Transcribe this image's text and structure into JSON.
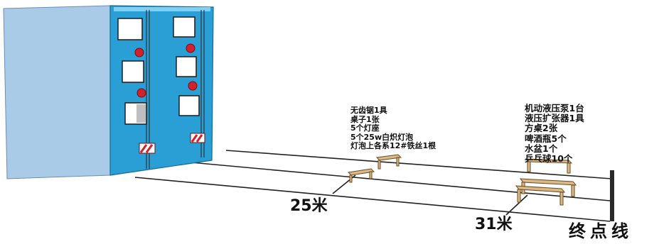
{
  "station1": {
    "items": [
      "无齿锯1具",
      "桌子1张",
      "5个灯座",
      "5个25w白炽灯泡",
      "灯泡上各系12#铁丝1根"
    ]
  },
  "station2": {
    "items": [
      "机动液压泵1台",
      "液压扩张器1具",
      "方桌2张",
      "啤酒瓶5个",
      "水盆1个",
      "乒乓球10个"
    ]
  },
  "markers": {
    "d25": "25米",
    "d31": "31米",
    "finish": "终点线"
  },
  "colors": {
    "building_front": "#2a9fd6",
    "building_side": "#a9cbe8",
    "table_wood": "#d9b98a",
    "window_red": "#d3202a"
  }
}
